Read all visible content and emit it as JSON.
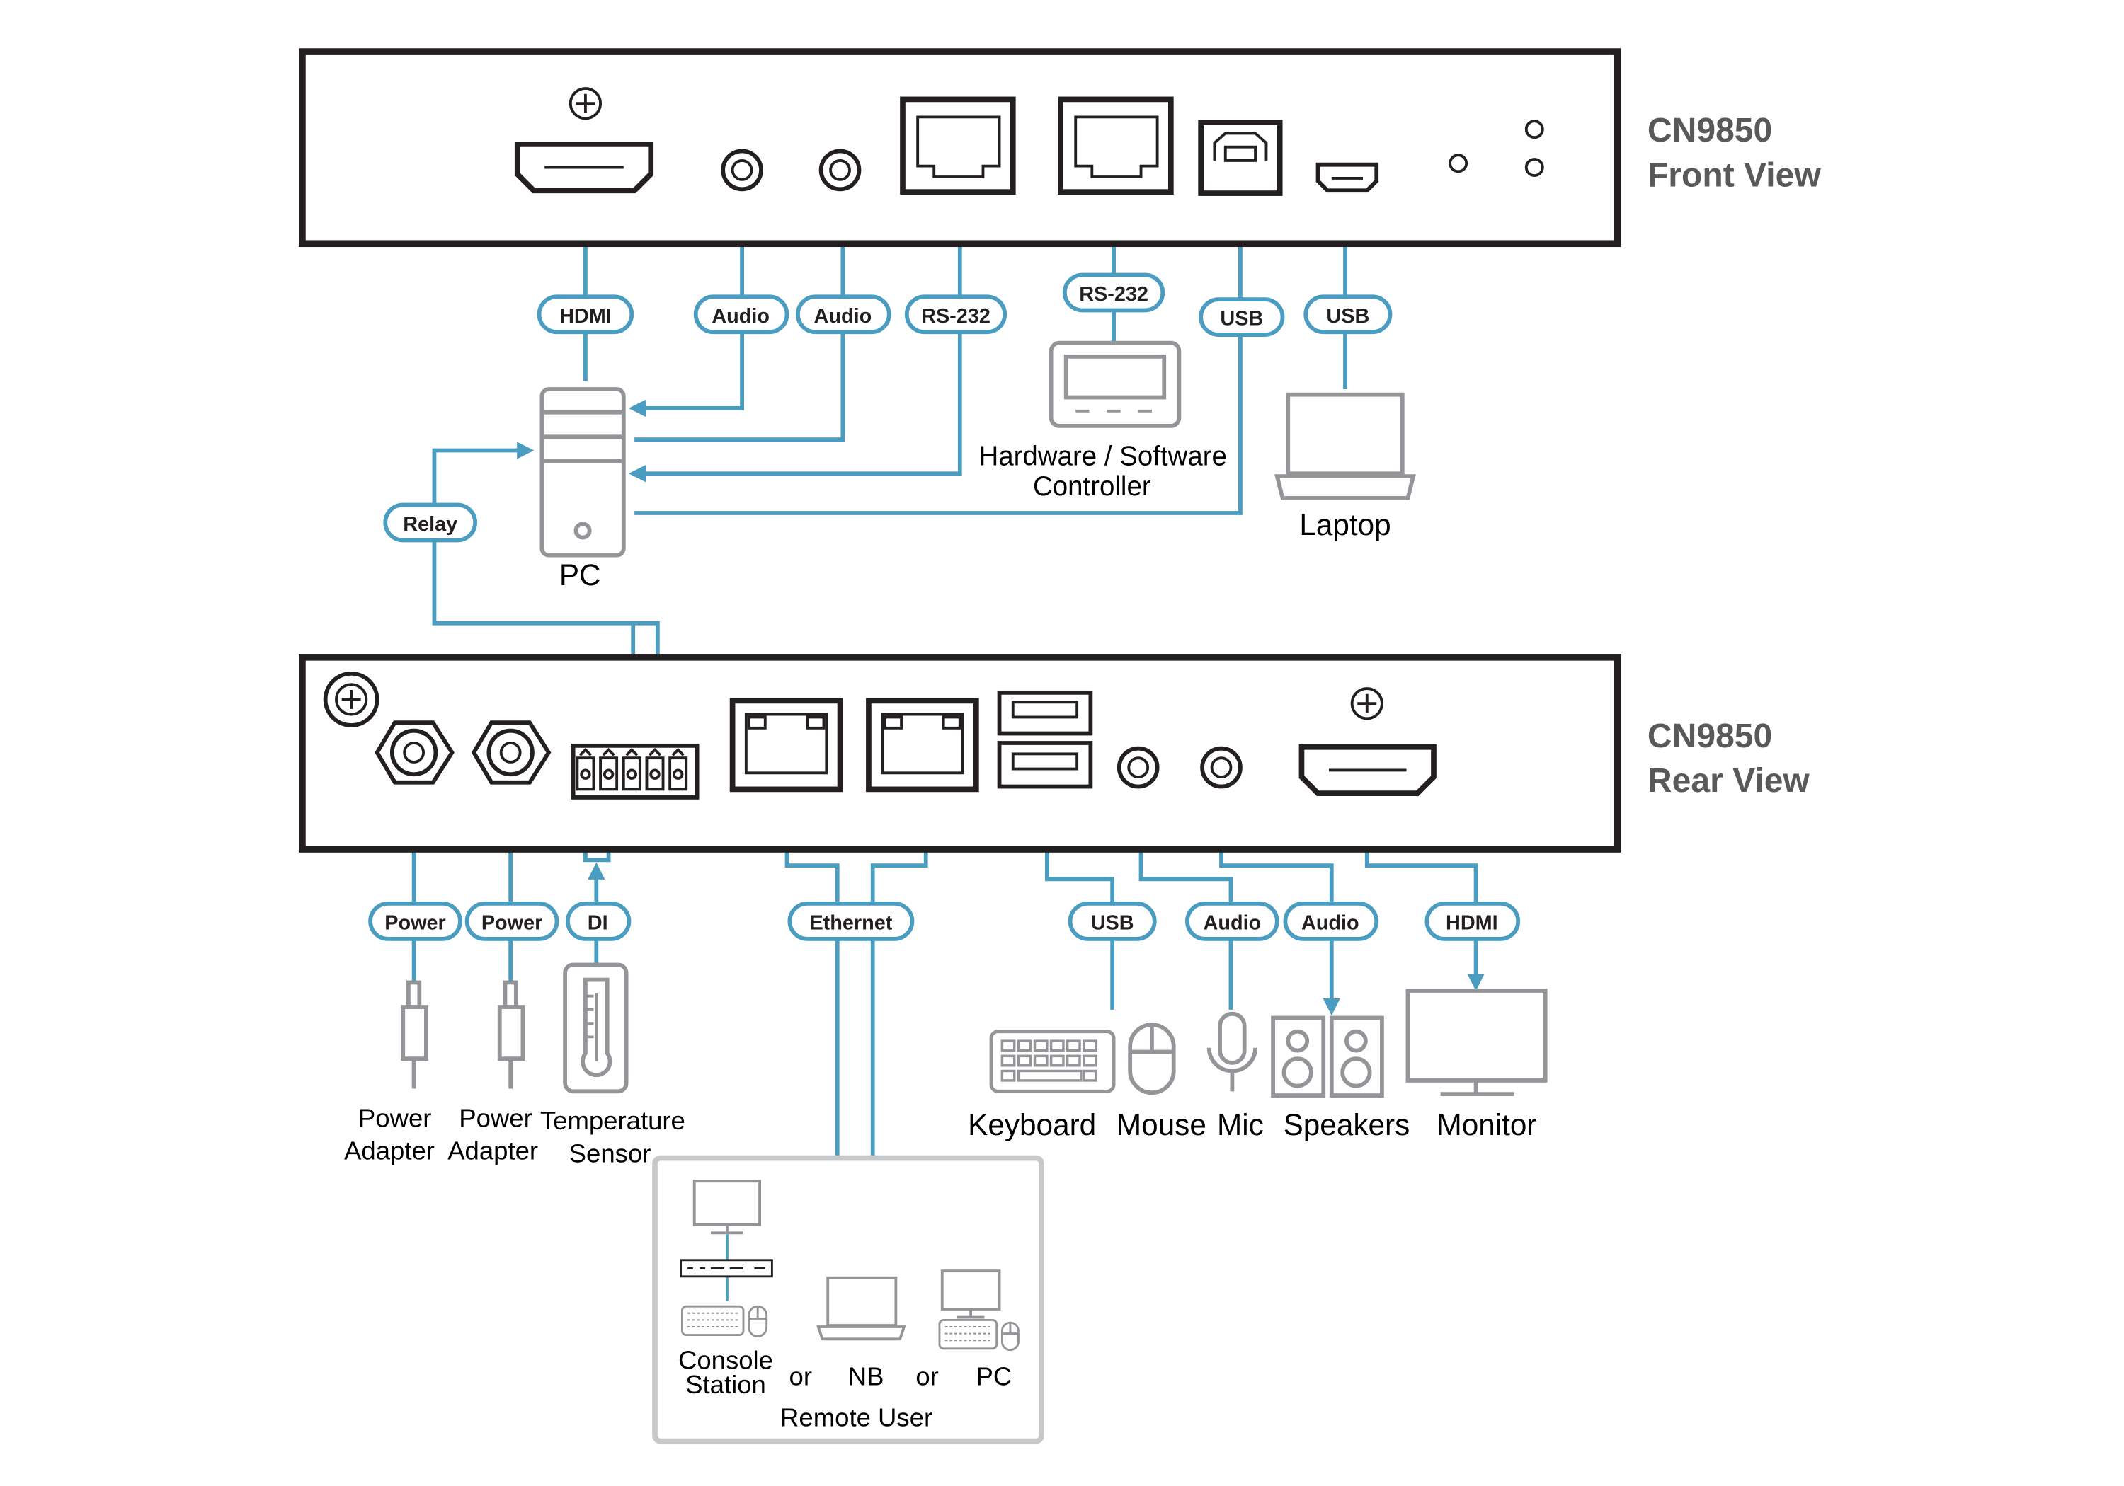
{
  "colors": {
    "cable": "#4a9cc0",
    "device_outline": "#231f20",
    "icon_gray": "#939598",
    "remote_box": "#c7c8ca"
  },
  "front_view": {
    "model": "CN9850",
    "view": "Front View"
  },
  "rear_view": {
    "model": "CN9850",
    "view": "Rear View"
  },
  "front_cables": {
    "hdmi": "HDMI",
    "audio_1": "Audio",
    "audio_2": "Audio",
    "rs232_pc": "RS-232",
    "rs232_ctrl": "RS-232",
    "usb_pc": "USB",
    "usb_laptop": "USB",
    "relay": "Relay"
  },
  "rear_cables": {
    "power_1": "Power",
    "power_2": "Power",
    "di": "DI",
    "ethernet": "Ethernet",
    "usb": "USB",
    "audio_in": "Audio",
    "audio_out": "Audio",
    "hdmi": "HDMI"
  },
  "devices": {
    "pc": "PC",
    "controller_line1": "Hardware / Software",
    "controller_line2": "Controller",
    "laptop": "Laptop",
    "power_adapter_1_line1": "Power",
    "power_adapter_1_line2": "Adapter",
    "power_adapter_2_line1": "Power",
    "power_adapter_2_line2": "Adapter",
    "temp_sensor_line1": "Temperature",
    "temp_sensor_line2": "Sensor",
    "keyboard": "Keyboard",
    "mouse": "Mouse",
    "mic": "Mic",
    "speakers": "Speakers",
    "monitor": "Monitor"
  },
  "remote_user": {
    "console_line1": "Console",
    "console_line2": "Station",
    "or_1": "or",
    "nb": "NB",
    "or_2": "or",
    "pc": "PC",
    "caption": "Remote User"
  },
  "icons": [
    "screw-icon",
    "hdmi-port-icon",
    "audio-jack-icon",
    "rj45-port-icon",
    "usb-b-port-icon",
    "micro-usb-port-icon",
    "led-icon",
    "dc-power-jack-icon",
    "terminal-block-icon",
    "usb-a-port-icon",
    "pc-tower-icon",
    "controller-icon",
    "laptop-icon",
    "power-plug-icon",
    "thermometer-icon",
    "keyboard-icon",
    "mouse-icon",
    "microphone-icon",
    "speakers-icon",
    "monitor-icon"
  ]
}
